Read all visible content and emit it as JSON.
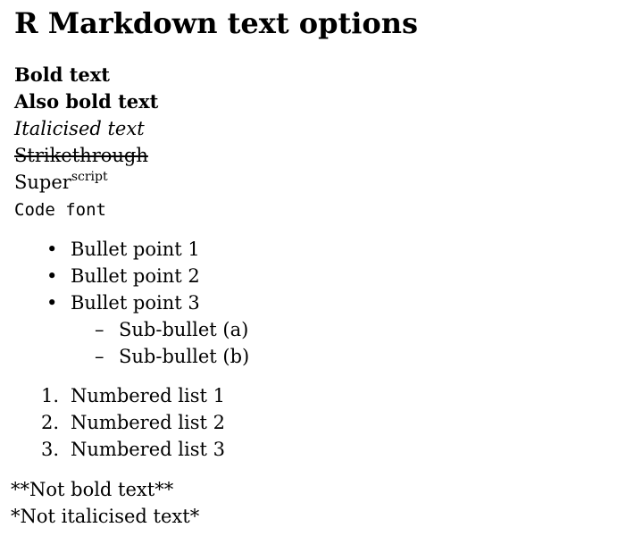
{
  "document": {
    "title": "R Markdown text options",
    "text_lines": {
      "bold": "Bold text",
      "also_bold": "Also bold text",
      "italic": "Italicised text",
      "strikethrough": "Strikethrough",
      "super_base": "Super",
      "super_script": "script",
      "code": "Code font"
    },
    "bullets": [
      {
        "marker": "•",
        "text": "Bullet point 1"
      },
      {
        "marker": "•",
        "text": "Bullet point 2"
      },
      {
        "marker": "•",
        "text": "Bullet point 3"
      }
    ],
    "sub_bullets": [
      {
        "marker": "–",
        "text": "Sub-bullet (a)"
      },
      {
        "marker": "–",
        "text": "Sub-bullet (b)"
      }
    ],
    "numbered": [
      {
        "marker": "1.",
        "text": "Numbered list 1"
      },
      {
        "marker": "2.",
        "text": "Numbered list 2"
      },
      {
        "marker": "3.",
        "text": "Numbered list 3"
      }
    ],
    "plain_lines": {
      "not_bold": "**Not bold text**",
      "not_italic": "*Not italicised text*"
    }
  }
}
